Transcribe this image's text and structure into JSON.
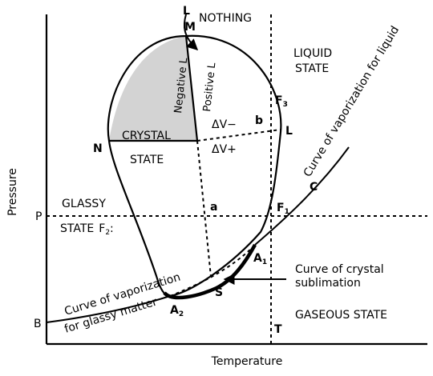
{
  "axes": {
    "y_label": "Pressure",
    "x_label": "Temperature",
    "p_tick": "P",
    "b_tick": "B"
  },
  "regions": {
    "nothing": "NOTHING",
    "liquid_line1": "LIQUID",
    "liquid_line2": "STATE",
    "crystal_line1": "CRYSTAL",
    "crystal_line2": "STATE",
    "glassy_line1": "GLASSY",
    "glassy_line2": "STATE",
    "glassy_point": "F",
    "glassy_point_sub": "2",
    "glassy_colon": ":",
    "gaseous": "GASEOUS STATE"
  },
  "points": {
    "L_top": "L",
    "M": "M",
    "N": "N",
    "F3": "F",
    "F3_sub": "3",
    "L_right": "L",
    "b": "b",
    "a": "a",
    "F1": "F",
    "F1_sub": "1",
    "C": "C",
    "A1": "A",
    "A1_sub": "1",
    "S": "S",
    "A2": "A",
    "A2_sub": "2",
    "T": "T"
  },
  "annotations": {
    "negative_L": "Negative L",
    "positive_L": "Positive L",
    "dv_minus": "ΔV−",
    "dv_plus": "ΔV+",
    "curve_liquid": "Curve of vaporization for liquid",
    "curve_crystal_line1": "Curve of crystal",
    "curve_crystal_line2": "sublimation",
    "curve_glassy_line1": "Curve of vaporization",
    "curve_glassy_line2": "for glassy matter"
  },
  "colors": {
    "ink": "#000000",
    "crystal_fill": "#d3d3d3",
    "background": "#ffffff"
  }
}
